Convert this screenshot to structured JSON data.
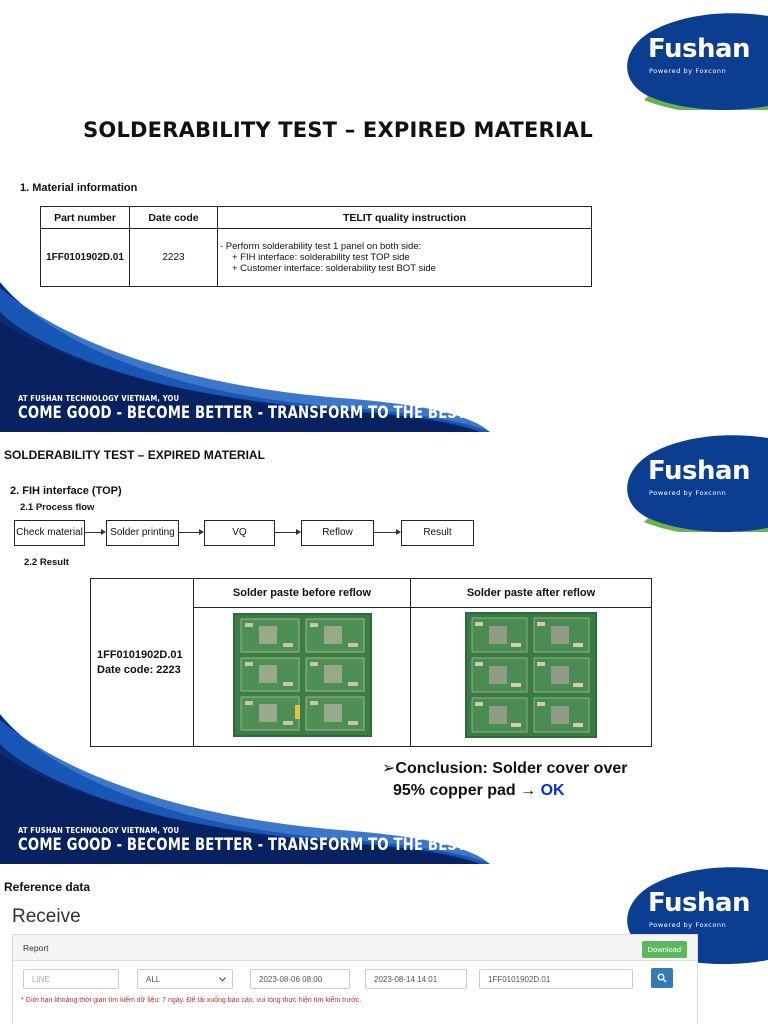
{
  "brand": {
    "logo_text": "Fushan",
    "logo_sub": "Powered by Foxconn",
    "tagline_small": "AT FUSHAN TECHNOLOGY VIETNAM, YOU",
    "tagline_big": "COME GOOD - BECOME BETTER - TRANSFORM TO THE BEST",
    "colors": {
      "navy": "#0b2a78",
      "blue": "#1b5fc1",
      "light_blue": "#4aa3df",
      "green": "#6ab04c"
    }
  },
  "slide1": {
    "title": "SOLDERABILITY TEST – EXPIRED MATERIAL",
    "section": "1. Material information",
    "table": {
      "headers": [
        "Part number",
        "Date code",
        "TELIT quality instruction"
      ],
      "part_number": "1FF0101902D.01",
      "date_code": "2223",
      "instruction": [
        "- Perform solderability test 1 panel on both side:",
        "+ FIH interface: solderability test TOP side",
        "+ Customer interface: solderability test BOT side"
      ]
    }
  },
  "slide2": {
    "title": "SOLDERABILITY TEST – EXPIRED MATERIAL",
    "section": "2. FIH interface (TOP)",
    "sub1": "2.1 Process flow",
    "flow": [
      "Check material",
      "Solder printing",
      "VQ",
      "Reflow",
      "Result"
    ],
    "sub2": "2.2 Result",
    "result_headers": [
      "Solder paste before reflow",
      "Solder paste after reflow"
    ],
    "sample_line1": "1FF0101902D.01",
    "sample_line2": "Date code: 2223",
    "conclusion_line1": "➢Conclusion: Solder cover over",
    "conclusion_line2": "95% copper pad →",
    "conclusion_ok": "OK"
  },
  "slide3": {
    "heading": "Reference data",
    "page_title": "Receive",
    "panel_label": "Report",
    "download_label": "Download",
    "line_placeholder": "LINE",
    "select_value": "ALL",
    "start_time": "2023-08-06 08:00",
    "end_time": "2023-08-14 14:01",
    "part_query": "1FF0101902D.01",
    "warning": "* Giới hạn khoảng thời gian tìm kiếm dữ liệu: 7 ngày. Để tải xuống báo cáo, vui lòng thực hiện tìm kiếm trước."
  }
}
